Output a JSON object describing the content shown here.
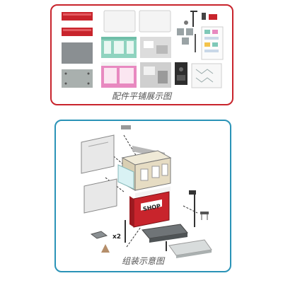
{
  "parts_panel": {
    "caption": "配件平铺展示图",
    "border_color": "#c8242c"
  },
  "assembly_panel": {
    "caption": "组装示意图",
    "border_color": "#2a93b7",
    "shop_sign": "SHOP",
    "quantity_label": "x2"
  },
  "colors": {
    "red_part": "#c8242c",
    "mint_facade": "#8fd3bf",
    "pink_facade": "#e889c0",
    "grey_base": "#8a8f92",
    "cream_wall": "#e6dcc3"
  }
}
